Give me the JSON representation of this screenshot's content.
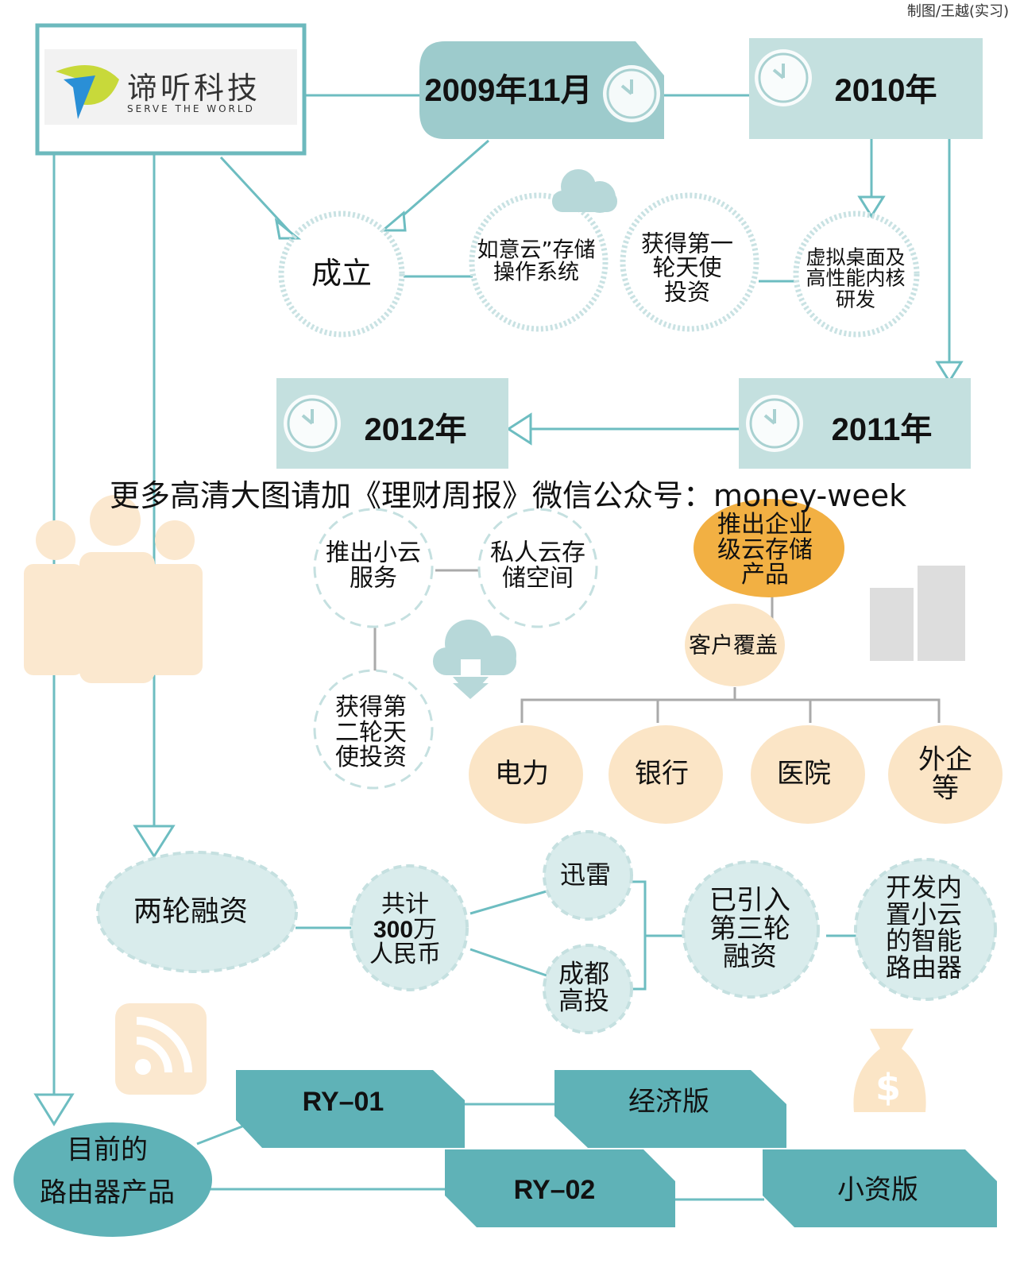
{
  "credit": "制图/王越(实习)",
  "logo": {
    "name": "谛听科技",
    "slogan": "SERVE THE WORLD"
  },
  "watermark": "更多高清大图请加《理财周报》微信公众号：money-week",
  "timeline": {
    "y2009": "2009年11月",
    "y2010": "2010年",
    "y2011": "2011年",
    "y2012": "2012年"
  },
  "events_2009": {
    "founded": "成立",
    "storage_os": "如意云”存储\n操作系统",
    "angel": "获得第一\n轮天使\n投资"
  },
  "events_2010": {
    "vdesktop": "虚拟桌面及\n高性能内核\n研发"
  },
  "events_2011": {
    "xiaoyun": "推出小云\n服务",
    "private": "私人云存\n储空间",
    "angel2": "获得第\n二轮天\n使投资"
  },
  "enterprise": {
    "product": "推出企业\n级云存储\n产品",
    "coverage": "客户覆盖",
    "clients": [
      "电力",
      "银行",
      "医院",
      "外企等"
    ]
  },
  "funding": {
    "title": "两轮融资",
    "total_prefix": "共计",
    "total_amount": "300",
    "total_suffix": "万\n人民币",
    "investors": [
      "迅雷",
      "成都\n高投"
    ],
    "third": "已引入\n第三轮\n融资",
    "router": "开发内\n置小云\n的智能\n路由器"
  },
  "products": {
    "title": "目前的\n路由器产品",
    "models": [
      {
        "name": "RY–01",
        "edition": "经济版"
      },
      {
        "name": "RY–02",
        "edition": "小资版"
      }
    ]
  },
  "colors": {
    "teal": "#5fb2b7",
    "light_teal": "#c4e0df",
    "mid_teal": "#9dcbcc",
    "orange": "#f2b043",
    "beige": "#fbe5c6",
    "line": "#6dbdc1"
  }
}
